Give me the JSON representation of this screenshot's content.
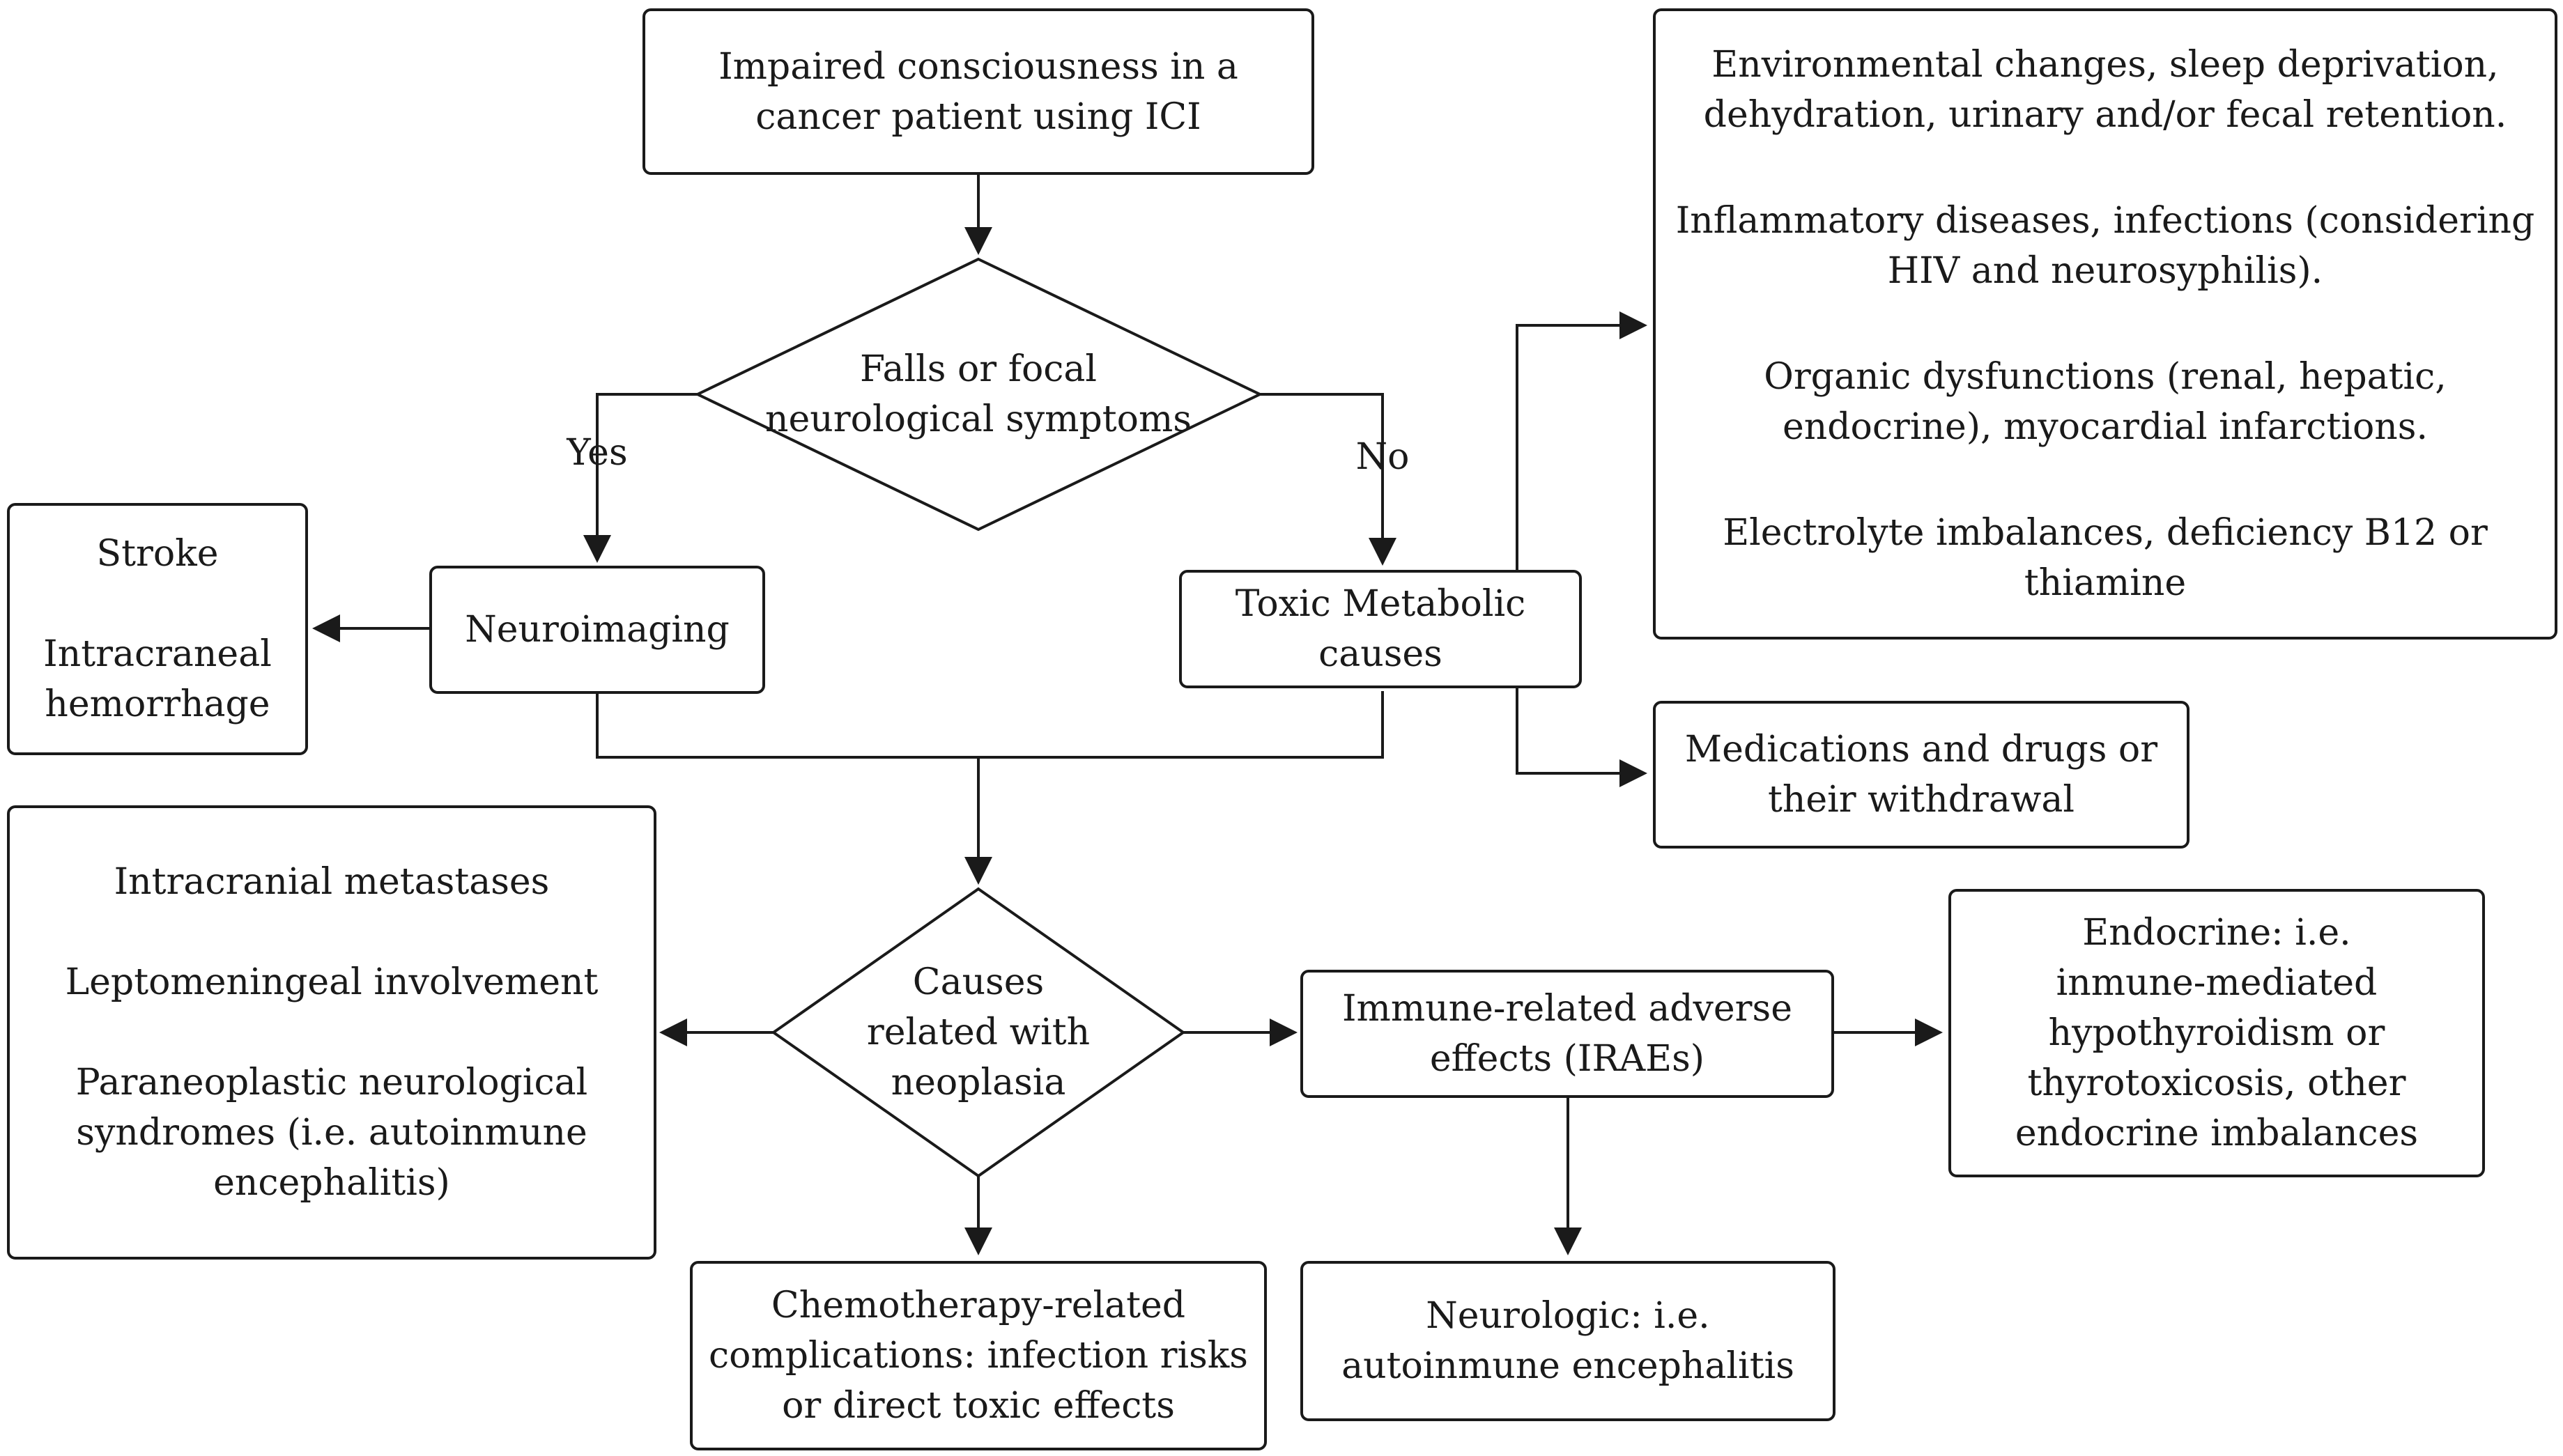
{
  "nodes": {
    "start": {
      "text": "Impaired consciousness in a\ncancer patient using ICI"
    },
    "decision1": {
      "text": "Falls or focal\nneurological symptoms"
    },
    "yes_label": "Yes",
    "no_label": "No",
    "neuroimaging": {
      "text": "Neuroimaging"
    },
    "stroke": {
      "items": [
        "Stroke",
        "Intracraneal\nhemorrhage"
      ]
    },
    "toxic_metabolic": {
      "text": "Toxic Metabolic\ncauses"
    },
    "environmental": {
      "items": [
        "Environmental changes, sleep deprivation,\ndehydration, urinary and/or fecal retention.",
        "Inflammatory diseases, infections (considering\nHIV and neurosyphilis).",
        "Organic dysfunctions (renal, hepatic,\nendocrine), myocardial infarctions.",
        "Electrolyte imbalances, deficiency B12 or\nthiamine"
      ]
    },
    "medications": {
      "text": "Medications and drugs or\ntheir withdrawal"
    },
    "decision2": {
      "text": "Causes\nrelated with\nneoplasia"
    },
    "intracranial": {
      "items": [
        "Intracranial metastases",
        "Leptomeningeal involvement",
        "Paraneoplastic neurological\nsyndromes (i.e. autoinmune\nencephalitis)"
      ]
    },
    "irae": {
      "text": "Immune-related adverse\neffects (IRAEs)"
    },
    "endocrine": {
      "text": "Endocrine: i.e.\ninmune-mediated\nhypothyroidism or\nthyrotoxicosis, other\nendocrine imbalances"
    },
    "chemo": {
      "text": "Chemotherapy-related\ncomplications: infection risks\nor direct toxic effects"
    },
    "neurologic": {
      "text": "Neurologic: i.e.\nautoinmune encephalitis"
    }
  },
  "colors": {
    "stroke": "#1a1a1a",
    "background": "#ffffff"
  }
}
